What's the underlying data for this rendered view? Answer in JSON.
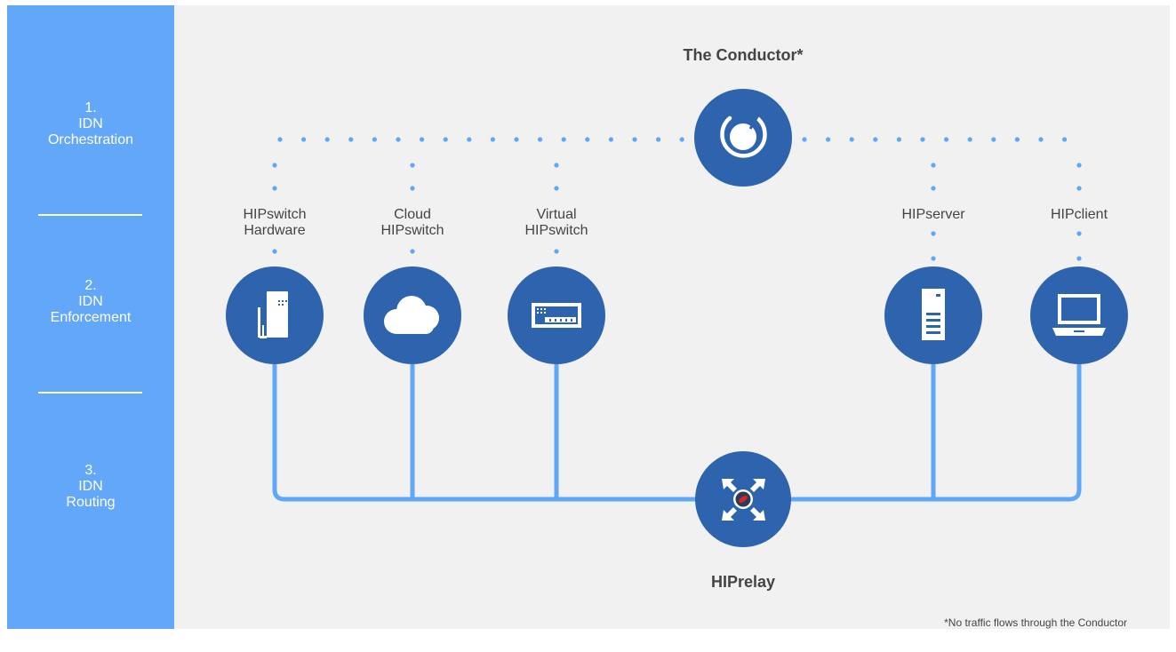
{
  "sidebar": {
    "layers": [
      {
        "num": "1.",
        "line1": "IDN",
        "line2": "Orchestration"
      },
      {
        "num": "2.",
        "line1": "IDN",
        "line2": "Enforcement"
      },
      {
        "num": "3.",
        "line1": "IDN",
        "line2": "Routing"
      }
    ]
  },
  "conductor": {
    "title": "The Conductor*"
  },
  "relay": {
    "title": "HIPrelay"
  },
  "devices": [
    {
      "line1": "HIPswitch",
      "line2": "Hardware"
    },
    {
      "line1": "Cloud",
      "line2": "HIPswitch"
    },
    {
      "line1": "Virtual",
      "line2": "HIPswitch"
    },
    {
      "line1": "HIPserver",
      "line2": ""
    },
    {
      "line1": "HIPclient",
      "line2": ""
    }
  ],
  "footnote": "*No traffic flows through the Conductor",
  "colors": {
    "sidebar": "#62a7f8",
    "background": "#f1f1f1",
    "node": "#2d64ad",
    "link": "#5fa8f5",
    "text": "#444444"
  }
}
